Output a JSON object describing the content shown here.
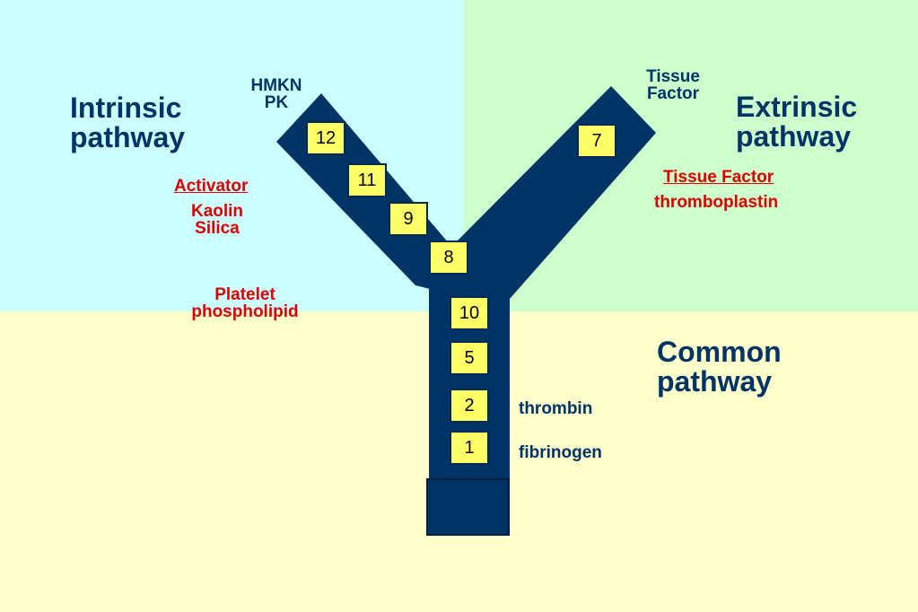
{
  "colors": {
    "intrinsic_bg": "#ccffff",
    "extrinsic_bg": "#ccffcc",
    "common_bg": "#ffffcc",
    "y_shape": "#003366",
    "factor_box": "#ffff66",
    "red_text": "#dd0000",
    "navy_text": "#003366"
  },
  "intrinsic": {
    "title_line1": "Intrinsic",
    "title_line2": "pathway",
    "hmkn": "HMKN",
    "pk": "PK",
    "activator": "Activator",
    "kaolin": "Kaolin",
    "silica": "Silica",
    "platelet": "Platelet",
    "phospholipid": "phospholipid"
  },
  "extrinsic": {
    "title_line1": "Extrinsic",
    "title_line2": "pathway",
    "tissue_line1": "Tissue",
    "tissue_line2": "Factor",
    "tissue_factor": "Tissue Factor",
    "thromboplastin": "thromboplastin"
  },
  "common": {
    "title_line1": "Common",
    "title_line2": "pathway",
    "thrombin": "thrombin",
    "fibrinogen": "fibrinogen"
  },
  "factors": {
    "f12": "12",
    "f11": "11",
    "f9": "9",
    "f8": "8",
    "f7": "7",
    "f10": "10",
    "f5": "5",
    "f2": "2",
    "f1": "1"
  }
}
